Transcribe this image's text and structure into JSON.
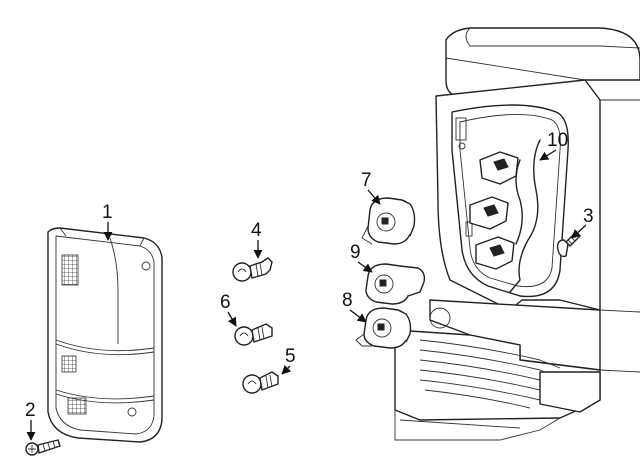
{
  "diagram": {
    "callouts": [
      {
        "id": "callout-1",
        "label": "1"
      },
      {
        "id": "callout-2",
        "label": "2"
      },
      {
        "id": "callout-3",
        "label": "3"
      },
      {
        "id": "callout-4",
        "label": "4"
      },
      {
        "id": "callout-5",
        "label": "5"
      },
      {
        "id": "callout-6",
        "label": "6"
      },
      {
        "id": "callout-7",
        "label": "7"
      },
      {
        "id": "callout-8",
        "label": "8"
      },
      {
        "id": "callout-9",
        "label": "9"
      },
      {
        "id": "callout-10",
        "label": "10"
      }
    ],
    "colors": {
      "line": "#222222",
      "background": "#ffffff"
    }
  }
}
